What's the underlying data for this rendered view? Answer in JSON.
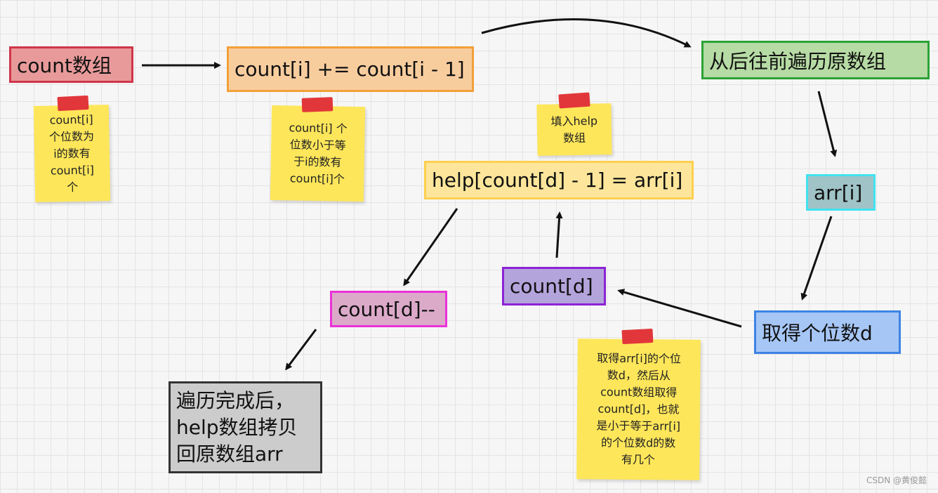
{
  "nodes": {
    "count_array": "count数组",
    "prefix_sum": "count[i] += count[i - 1]",
    "traverse_back": "从后往前遍历原数组",
    "arr_i": "arr[i]",
    "get_digit": "取得个位数d",
    "count_d": "count[d]",
    "help_assign": "help[count[d] - 1] = arr[i]",
    "count_decrement": "count[d]--",
    "copy_back": "遍历完成后，\nhelp数组拷贝\n回原数组arr"
  },
  "notes": {
    "note1": "count[i]\n个位数为\ni的数有\ncount[i]\n个",
    "note2": "count[i] 个\n位数小于等\n于i的数有\ncount[i]个",
    "note3": "填入help\n数组",
    "note4": "取得arr[i]的个位\n数d，然后从\ncount数组取得\ncount[d]，也就\n是小于等于arr[i]\n的个位数d的数\n有几个"
  },
  "colors": {
    "red": "#e89a9a",
    "orange": "#f8cd9e",
    "green": "#b6dba4",
    "teal": "#9fc3c7",
    "blue": "#a6c6f6",
    "purple": "#b4a4dc",
    "yellow_box": "#fde69b",
    "pink": "#dcaac9",
    "gray": "#cccccc",
    "sticky": "#fde65a"
  },
  "watermark": "CSDN @黄俊懿"
}
